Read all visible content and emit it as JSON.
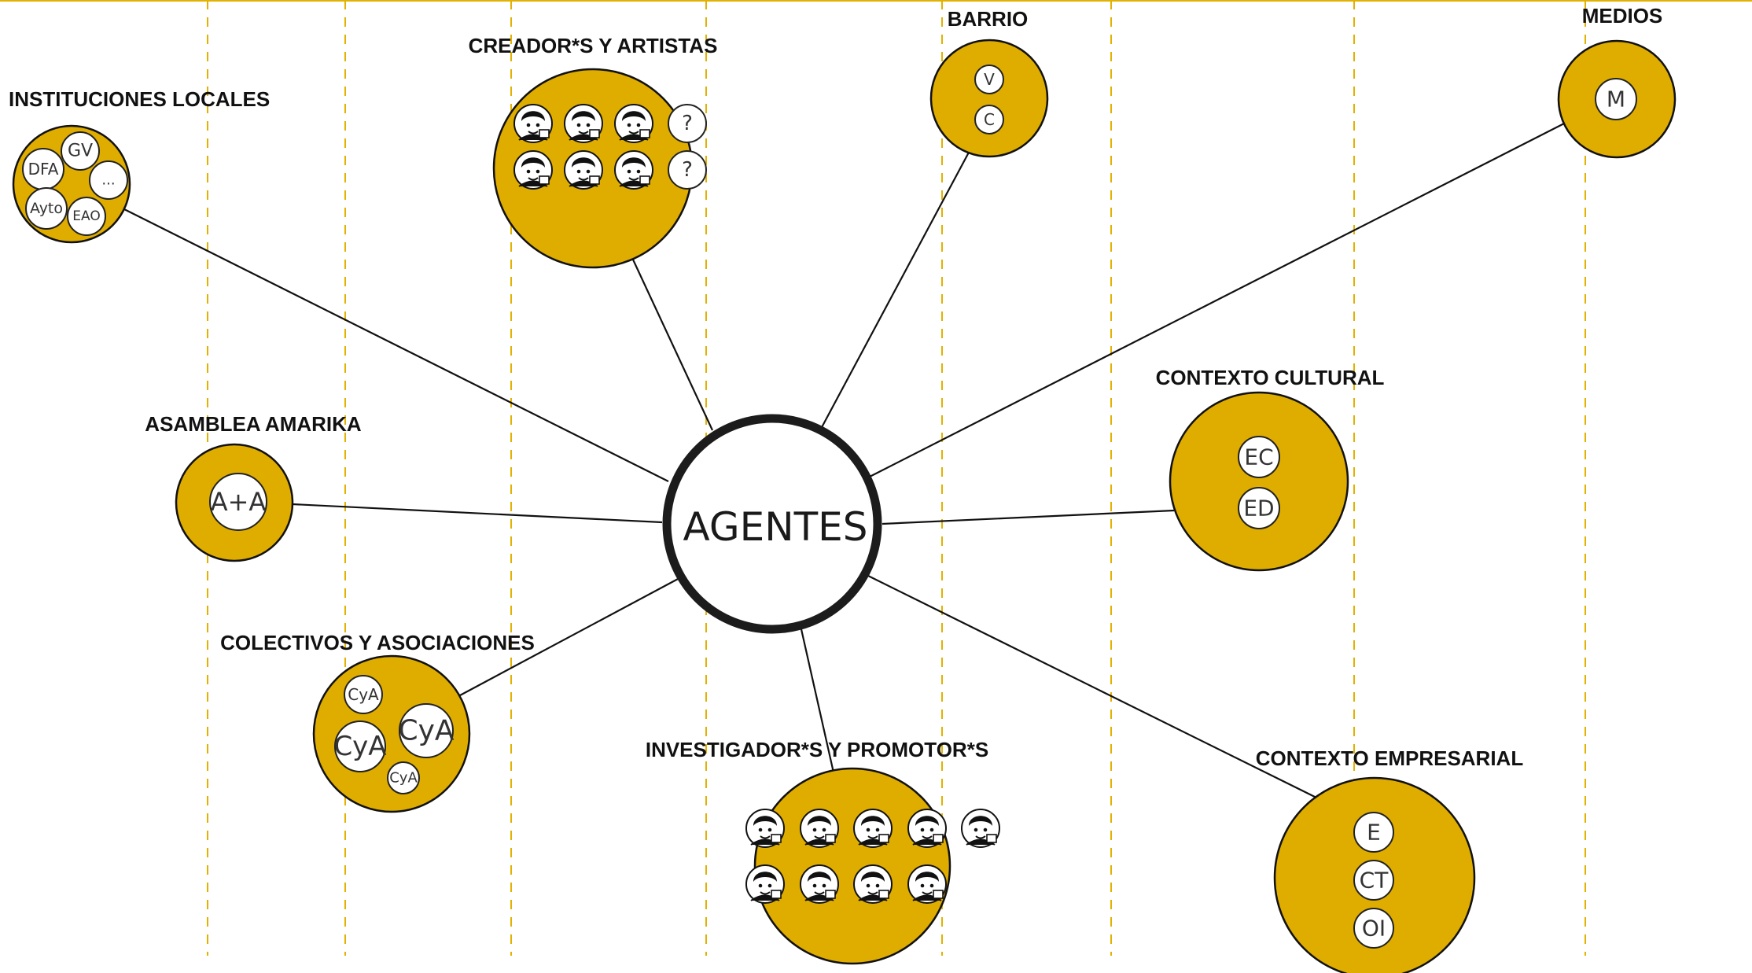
{
  "center": {
    "label": "AGENTES"
  },
  "groups": {
    "instituciones_locales": {
      "title": "INSTITUCIONES LOCALES",
      "items": [
        "GV",
        "DFA",
        "...",
        "Ayto",
        "EAO"
      ]
    },
    "creadores_artistas": {
      "title": "CREADOR*S Y ARTISTAS",
      "items": [
        "?",
        "?"
      ]
    },
    "barrio": {
      "title": "BARRIO",
      "items": [
        "V",
        "C"
      ]
    },
    "medios": {
      "title": "MEDIOS",
      "items": [
        "M"
      ]
    },
    "asamblea_amarika": {
      "title": "ASAMBLEA AMARIKA",
      "items": [
        "A+A"
      ]
    },
    "contexto_cultural": {
      "title": "CONTEXTO CULTURAL",
      "items": [
        "EC",
        "ED"
      ]
    },
    "colectivos_asociaciones": {
      "title": "COLECTIVOS Y ASOCIACIONES",
      "items": [
        "CyA",
        "CyA",
        "CyA",
        "CyA"
      ]
    },
    "investigadores_promotores": {
      "title": "INVESTIGADOR*S Y PROMOTOR*S"
    },
    "contexto_empresarial": {
      "title": "CONTEXTO EMPRESARIAL",
      "items": [
        "E",
        "CT",
        "OI"
      ]
    }
  },
  "colors": {
    "group_fill": "#dfac00",
    "guide_line": "#e3b100",
    "outline": "#111111",
    "background": "#ffffff"
  },
  "icons": {
    "person": "person-avatar-icon"
  }
}
